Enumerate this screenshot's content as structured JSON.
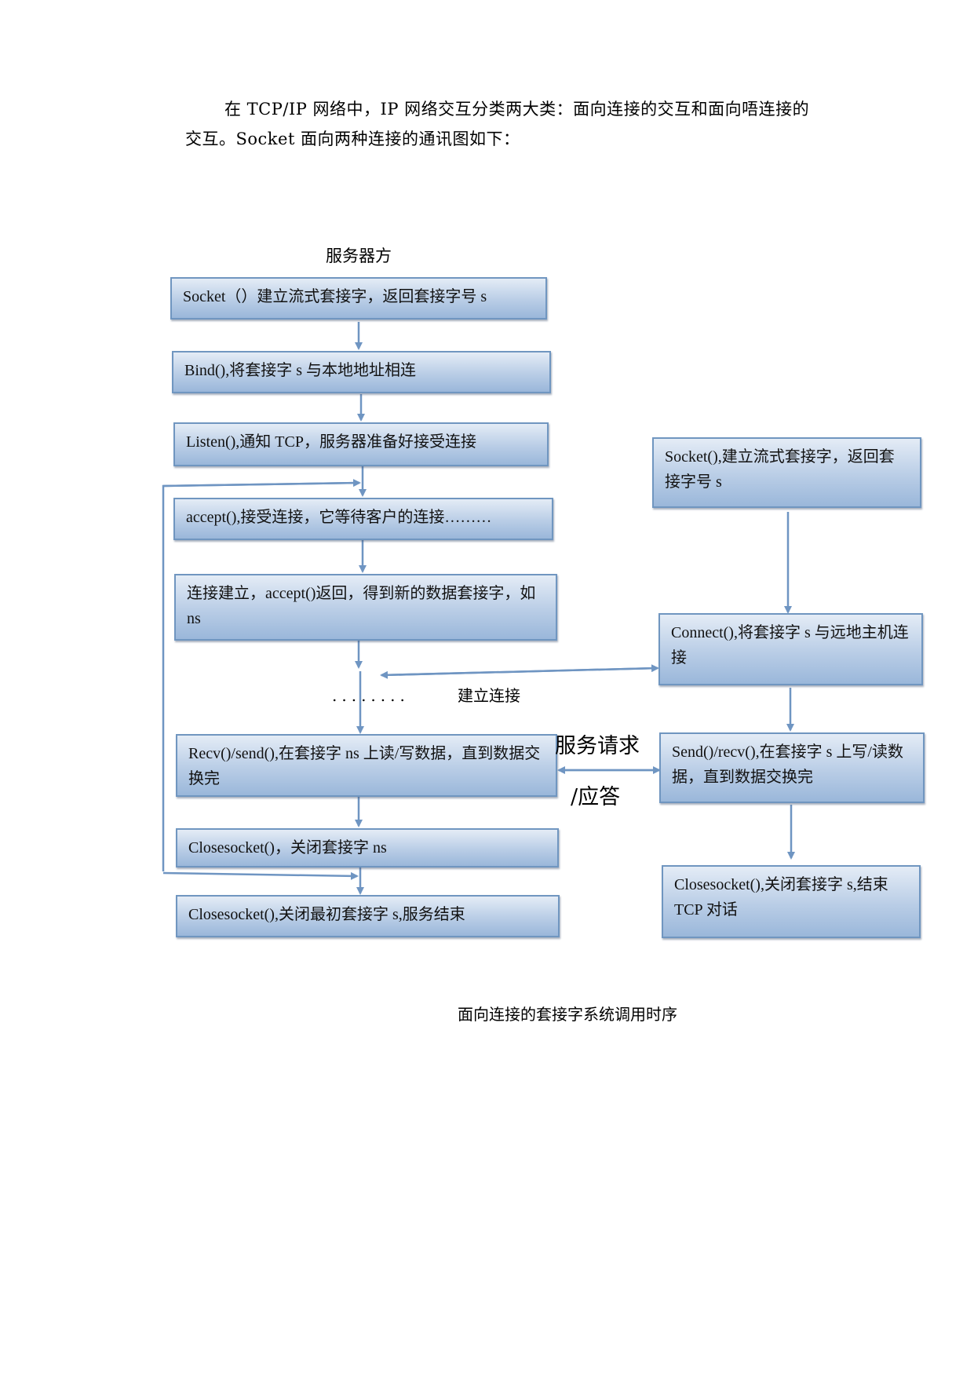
{
  "intro": {
    "line1": "在 TCP/IP 网络中，IP 网络交互分类两大类：面向连接的交互和面向唔连接的",
    "line2": "交互。Socket 面向两种连接的通讯图如下："
  },
  "server_heading": "服务器方",
  "server_steps": [
    "Socket（）建立流式套接字，返回套接字号 s",
    "Bind(),将套接字 s 与本地地址相连",
    "Listen(),通知 TCP，服务器准备好接受连接",
    "accept(),接受连接，它等待客户的连接………",
    "连接建立，accept()返回，得到新的数据套接字，如 ns",
    "Recv()/send(),在套接字 ns 上读/写数据，直到数据交换完",
    "Closesocket()，关闭套接字 ns",
    "Closesocket(),关闭最初套接字 s,服务结束"
  ],
  "client_steps": [
    "Socket(),建立流式套接字，返回套接字号 s",
    "Connect(),将套接字 s 与远地主机连接",
    "Send()/recv(),在套接字 s 上写/读数据，直到数据交换完",
    "Closesocket(),关闭套接字 s,结束 TCP 对话"
  ],
  "dots": "........",
  "connect_label": "建立连接",
  "service_label_1": "服务请求",
  "service_label_2": "/应答",
  "caption": "面向连接的套接字系统调用时序",
  "colors": {
    "box_border": "#7096c0",
    "arrow": "#6f95c2"
  }
}
